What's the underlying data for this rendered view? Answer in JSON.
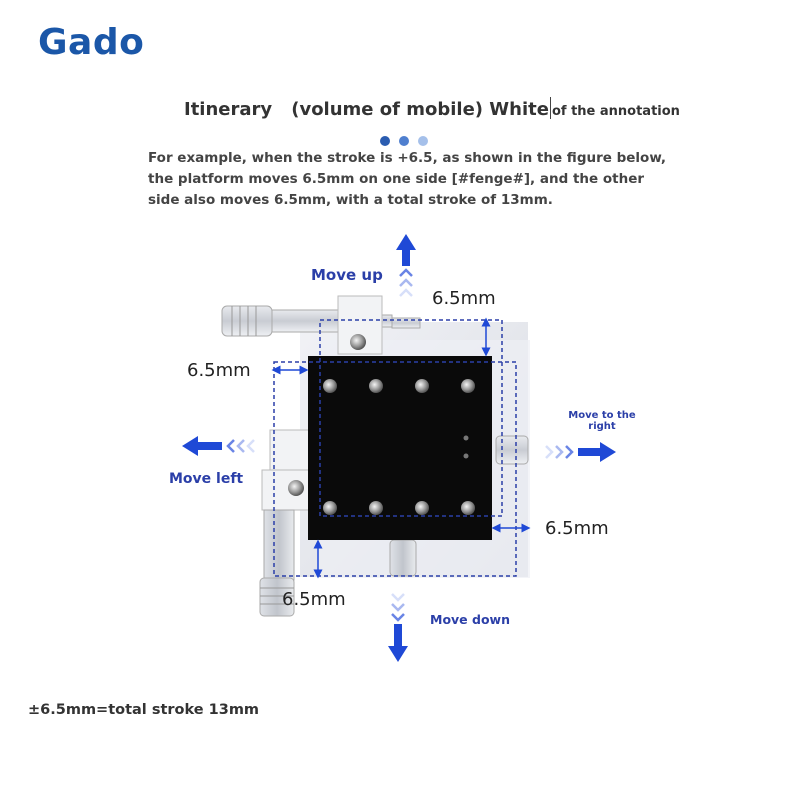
{
  "brand": "Gado",
  "heading": {
    "title": "Itinerary",
    "subtitle": "(volume of mobile) White",
    "annotation": "of the annotation"
  },
  "description": "For example, when the stroke is +6.5, as shown in the figure below, the platform moves 6.5mm on one side [#fenge#], and the other side also moves 6.5mm, with a total stroke of 13mm.",
  "diagram": {
    "move_up": "Move up",
    "move_down": "Move down",
    "move_left": "Move left",
    "move_right_line1": "Move to the",
    "move_right_line2": "right",
    "dim_top": "6.5mm",
    "dim_left": "6.5mm",
    "dim_right": "6.5mm",
    "dim_bottom": "6.5mm"
  },
  "footer": "±6.5mm=total stroke 13mm",
  "colors": {
    "brand": "#1b57a8",
    "arrow": "#1f49d6",
    "label": "#2b3fa8",
    "dot_dark": "#2a5cb0",
    "dot_mid": "#4f7fcf",
    "dot_light": "#a5c0ea"
  }
}
